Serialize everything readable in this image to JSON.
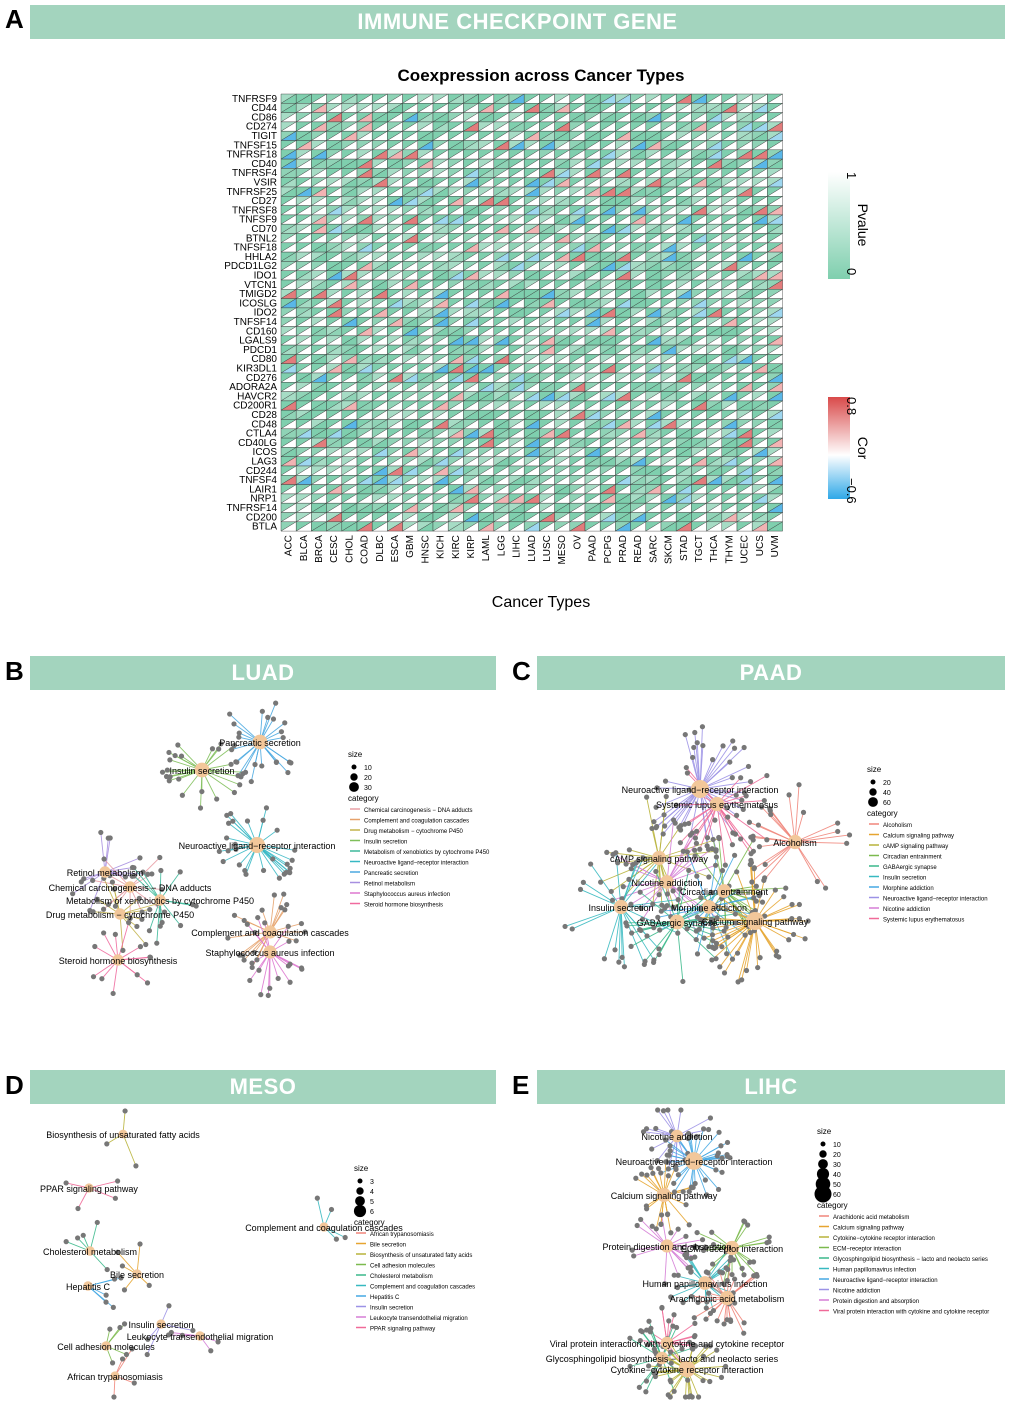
{
  "panels": {
    "a": {
      "letter": "A",
      "banner": "IMMUNE CHECKPOINT GENE"
    },
    "b": {
      "letter": "B",
      "banner": "LUAD"
    },
    "c": {
      "letter": "C",
      "banner": "PAAD"
    },
    "d": {
      "letter": "D",
      "banner": "MESO"
    },
    "e": {
      "letter": "E",
      "banner": "LIHC"
    }
  },
  "colors": {
    "banner": "#a3d4be",
    "node": "#777777",
    "center": "#f2c79a"
  },
  "chart_data": {
    "type": "heatmap",
    "title": "Coexpression across Cancer Types",
    "xlabel": "Cancer Types",
    "genes": [
      "TNFRSF9",
      "CD44",
      "CD86",
      "CD274",
      "TIGIT",
      "TNFSF15",
      "TNFRSF18",
      "CD40",
      "TNFRSF4",
      "VSIR",
      "TNFRSF25",
      "CD27",
      "TNFRSF8",
      "TNFSF9",
      "CD70",
      "BTNL2",
      "TNFSF18",
      "HHLA2",
      "PDCD1LG2",
      "IDO1",
      "VTCN1",
      "TMIGD2",
      "ICOSLG",
      "IDO2",
      "TNFSF14",
      "CD160",
      "LGALS9",
      "PDCD1",
      "CD80",
      "KIR3DL1",
      "CD276",
      "ADORA2A",
      "HAVCR2",
      "CD200R1",
      "CD28",
      "CD48",
      "CTLA4",
      "CD40LG",
      "ICOS",
      "LAG3",
      "CD244",
      "TNFSF4",
      "LAIR1",
      "NRP1",
      "TNFRSF14",
      "CD200",
      "BTLA"
    ],
    "cancers": [
      "ACC",
      "BLCA",
      "BRCA",
      "CESC",
      "CHOL",
      "COAD",
      "DLBC",
      "ESCA",
      "GBM",
      "HNSC",
      "KICH",
      "KIRC",
      "KIRP",
      "LAML",
      "LGG",
      "LIHC",
      "LUAD",
      "LUSC",
      "MESO",
      "OV",
      "PAAD",
      "PCPG",
      "PRAD",
      "READ",
      "SARC",
      "SKCM",
      "STAD",
      "TGCT",
      "THCA",
      "THYM",
      "UCEC",
      "UCS",
      "UVM"
    ],
    "legend_pvalue": {
      "title": "Pvalue",
      "min": "0",
      "max": "1"
    },
    "legend_cor": {
      "title": "Cor",
      "min": "−0.6",
      "max": "0.8"
    }
  },
  "networks": {
    "b": {
      "size_title": "size",
      "size_values": [
        "10",
        "20",
        "30"
      ],
      "category_title": "category",
      "categories": [
        {
          "name": "Chemical carcinogenesis − DNA adducts",
          "color": "#e8a0a6"
        },
        {
          "name": "Complement and coagulation cascades",
          "color": "#e6a26b"
        },
        {
          "name": "Drug metabolism − cytochrome P450",
          "color": "#c2b24a"
        },
        {
          "name": "Insulin secretion",
          "color": "#7fbf5a"
        },
        {
          "name": "Metabolism of xenobiotics by cytochrome P450",
          "color": "#3cb99a"
        },
        {
          "name": "Neuroactive ligand−receptor interaction",
          "color": "#37b8c4"
        },
        {
          "name": "Pancreatic secretion",
          "color": "#4aa8e0"
        },
        {
          "name": "Retinol metabolism",
          "color": "#a78fe0"
        },
        {
          "name": "Staphylococcus aureus infection",
          "color": "#dd77cf"
        },
        {
          "name": "Steroid hormone biosynthesis",
          "color": "#f06a9e"
        }
      ],
      "nodes": [
        {
          "label": "Pancreatic secretion"
        },
        {
          "label": "Insulin secretion"
        },
        {
          "label": "Neuroactive ligand−receptor interaction"
        },
        {
          "label": "Retinol metabolism"
        },
        {
          "label": "Chemical carcinogenesis − DNA adducts"
        },
        {
          "label": "Metabolism of xenobiotics by cytochrome P450"
        },
        {
          "label": "Drug metabolism − cytochrome P450"
        },
        {
          "label": "Complement and coagulation cascades"
        },
        {
          "label": "Staphylococcus aureus infection"
        },
        {
          "label": "Steroid hormone biosynthesis"
        }
      ]
    },
    "c": {
      "size_title": "size",
      "size_values": [
        "20",
        "40",
        "60"
      ],
      "category_title": "category",
      "categories": [
        {
          "name": "Alcoholism",
          "color": "#f0857a"
        },
        {
          "name": "Calcium signaling pathway",
          "color": "#e6a530"
        },
        {
          "name": "cAMP signaling pathway",
          "color": "#b8b23a"
        },
        {
          "name": "Circadian entrainment",
          "color": "#7cba4e"
        },
        {
          "name": "GABAergic synapse",
          "color": "#3bb98b"
        },
        {
          "name": "Insulin secretion",
          "color": "#37b9c0"
        },
        {
          "name": "Morphine addiction",
          "color": "#45a9e3"
        },
        {
          "name": "Neuroactive ligand−receptor interaction",
          "color": "#9c92e6"
        },
        {
          "name": "Nicotine addiction",
          "color": "#d57ed6"
        },
        {
          "name": "Systemic lupus erythematosus",
          "color": "#f06a98"
        }
      ],
      "nodes": [
        {
          "label": "Neuroactive ligand−receptor interaction"
        },
        {
          "label": "Systemic lupus erythematosus"
        },
        {
          "label": "Alcoholism"
        },
        {
          "label": "cAMP signaling pathway"
        },
        {
          "label": "Nicotine addiction"
        },
        {
          "label": "Circadian entrainment"
        },
        {
          "label": "Insulin secretion"
        },
        {
          "label": "Morphine addiction"
        },
        {
          "label": "GABAergic synapse"
        },
        {
          "label": "Calcium signaling pathway"
        }
      ]
    },
    "d": {
      "size_title": "size",
      "size_values": [
        "3",
        "4",
        "5",
        "6"
      ],
      "category_title": "category",
      "categories": [
        {
          "name": "African trypanosomiasis",
          "color": "#f0857a"
        },
        {
          "name": "Bile secretion",
          "color": "#e6a530"
        },
        {
          "name": "Biosynthesis of unsaturated fatty acids",
          "color": "#b8b23a"
        },
        {
          "name": "Cell adhesion molecules",
          "color": "#7cba4e"
        },
        {
          "name": "Cholesterol metabolism",
          "color": "#3bb98b"
        },
        {
          "name": "Complement and coagulation cascades",
          "color": "#37b9c0"
        },
        {
          "name": "Hepatitis C",
          "color": "#45a9e3"
        },
        {
          "name": "Insulin secretion",
          "color": "#9c92e6"
        },
        {
          "name": "Leukocyte transendothelial migration",
          "color": "#d57ed6"
        },
        {
          "name": "PPAR signaling pathway",
          "color": "#f06a98"
        }
      ],
      "nodes": [
        {
          "label": "Biosynthesis of unsaturated fatty acids"
        },
        {
          "label": "PPAR signaling pathway"
        },
        {
          "label": "Complement and coagulation cascades"
        },
        {
          "label": "Cholesterol metabolism"
        },
        {
          "label": "Bile secretion"
        },
        {
          "label": "Hepatitis C"
        },
        {
          "label": "Insulin secretion"
        },
        {
          "label": "Leukocyte transendothelial migration"
        },
        {
          "label": "Cell adhesion molecules"
        },
        {
          "label": "African trypanosomiasis"
        }
      ]
    },
    "e": {
      "size_title": "size",
      "size_values": [
        "10",
        "20",
        "30",
        "40",
        "50",
        "60"
      ],
      "category_title": "category",
      "categories": [
        {
          "name": "Arachidonic acid metabolism",
          "color": "#f0857a"
        },
        {
          "name": "Calcium signaling pathway",
          "color": "#e6a530"
        },
        {
          "name": "Cytokine−cytokine receptor interaction",
          "color": "#b8b23a"
        },
        {
          "name": "ECM−receptor interaction",
          "color": "#7cba4e"
        },
        {
          "name": "Glycosphingolipid biosynthesis − lacto and neolacto series",
          "color": "#3bb98b"
        },
        {
          "name": "Human papillomavirus infection",
          "color": "#37b9c0"
        },
        {
          "name": "Neuroactive ligand−receptor interaction",
          "color": "#45a9e3"
        },
        {
          "name": "Nicotine addiction",
          "color": "#9c92e6"
        },
        {
          "name": "Protein digestion and absorption",
          "color": "#d57ed6"
        },
        {
          "name": "Viral protein interaction with cytokine and cytokine receptor",
          "color": "#f06a98"
        }
      ],
      "nodes": [
        {
          "label": "Nicotine addiction"
        },
        {
          "label": "Neuroactive ligand−receptor interaction"
        },
        {
          "label": "Calcium signaling pathway"
        },
        {
          "label": "Protein digestion and absorption"
        },
        {
          "label": "ECM−receptor interaction"
        },
        {
          "label": "Human papillomavirus infection"
        },
        {
          "label": "Arachidonic acid metabolism"
        },
        {
          "label": "Viral protein interaction with cytokine and cytokine receptor"
        },
        {
          "label": "Glycosphingolipid biosynthesis − lacto and neolacto series"
        },
        {
          "label": "Cytokine−cytokine receptor interaction"
        }
      ]
    }
  }
}
